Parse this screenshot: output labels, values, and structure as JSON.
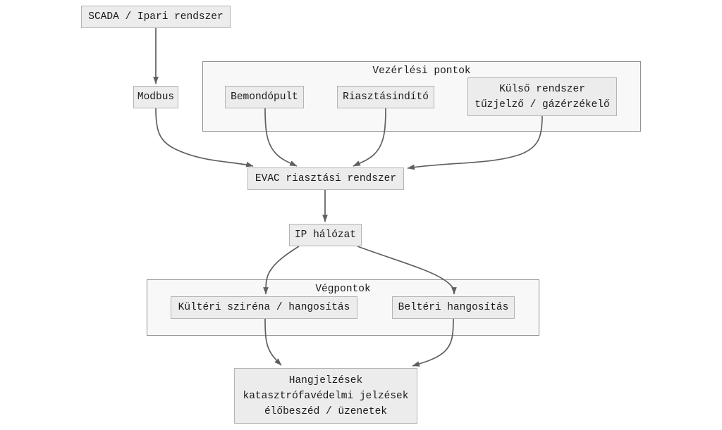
{
  "diagram": {
    "colors": {
      "background": "#ffffff",
      "node_fill": "#ececec",
      "node_border": "#b4b4b4",
      "cluster_fill": "#f8f8f8",
      "cluster_border": "#8f8f8f",
      "edge": "#5f5f5f",
      "text": "#1a1a1a"
    },
    "clusters": {
      "vezerlesi": {
        "label": "Vezérlési pontok"
      },
      "vegpontok": {
        "label": "Végpontok"
      }
    },
    "nodes": {
      "scada": {
        "label": "SCADA / Ipari rendszer"
      },
      "modbus": {
        "label": "Modbus"
      },
      "bemondopult": {
        "label": "Bemondópult"
      },
      "riasztasindito": {
        "label": "Riasztásindító"
      },
      "kulso": {
        "line1": "Külső rendszer",
        "line2": "tűzjelző / gázérzékelő"
      },
      "evac": {
        "label": "EVAC riasztási rendszer"
      },
      "ip": {
        "label": "IP hálózat"
      },
      "kulteri": {
        "label": "Kültéri sziréna / hangosítás"
      },
      "belteri": {
        "label": "Beltéri hangosítás"
      },
      "kimenet": {
        "line1": "Hangjelzések",
        "line2": "katasztrófavédelmi jelzések",
        "line3": "élőbeszéd / üzenetek"
      }
    },
    "edges": [
      {
        "from": "scada",
        "to": "modbus"
      },
      {
        "from": "modbus",
        "to": "evac"
      },
      {
        "from": "bemondopult",
        "to": "evac"
      },
      {
        "from": "riasztasindito",
        "to": "evac"
      },
      {
        "from": "kulso",
        "to": "evac"
      },
      {
        "from": "evac",
        "to": "ip"
      },
      {
        "from": "ip",
        "to": "kulteri"
      },
      {
        "from": "ip",
        "to": "belteri"
      },
      {
        "from": "kulteri",
        "to": "kimenet"
      },
      {
        "from": "belteri",
        "to": "kimenet"
      }
    ]
  }
}
